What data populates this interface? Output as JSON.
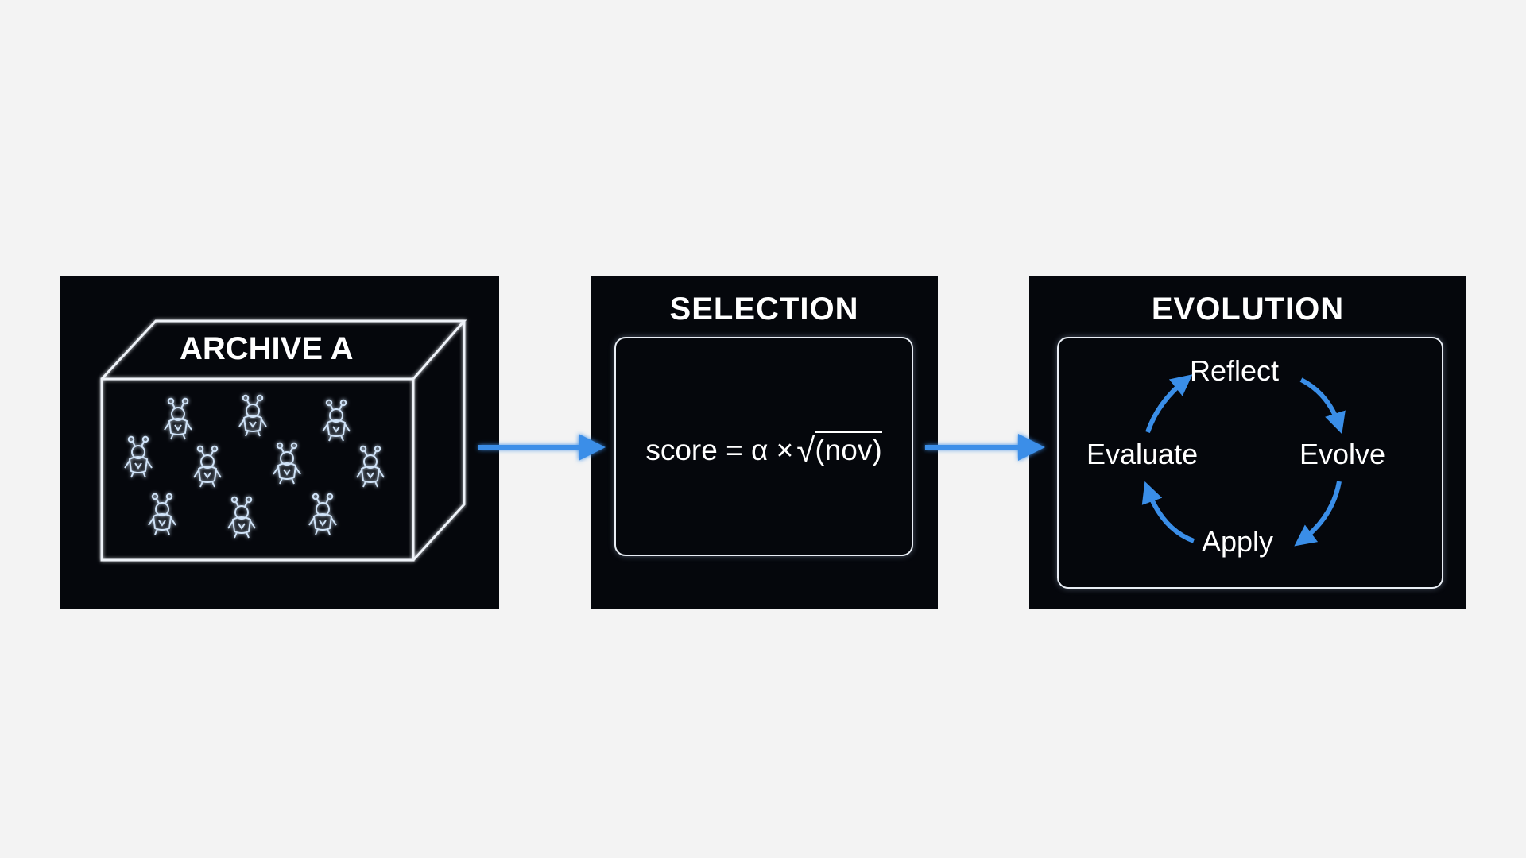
{
  "archive": {
    "title": "ARCHIVE A",
    "agent_icon": "robot-agent-icon",
    "agent_count": 10
  },
  "selection": {
    "title": "SELECTION",
    "formula": {
      "lhs": "score",
      "equals": "=",
      "alpha": "α",
      "times": "×",
      "sqrt_symbol": "√",
      "radicand": "(nov)"
    }
  },
  "evolution": {
    "title": "EVOLUTION",
    "cycle": [
      "Reflect",
      "Evolve",
      "Apply",
      "Evaluate"
    ]
  },
  "colors": {
    "background": "#f3f3f3",
    "panel": "#05070c",
    "line": "#e9eef5",
    "arrow_blue": "#3a8ee8"
  }
}
